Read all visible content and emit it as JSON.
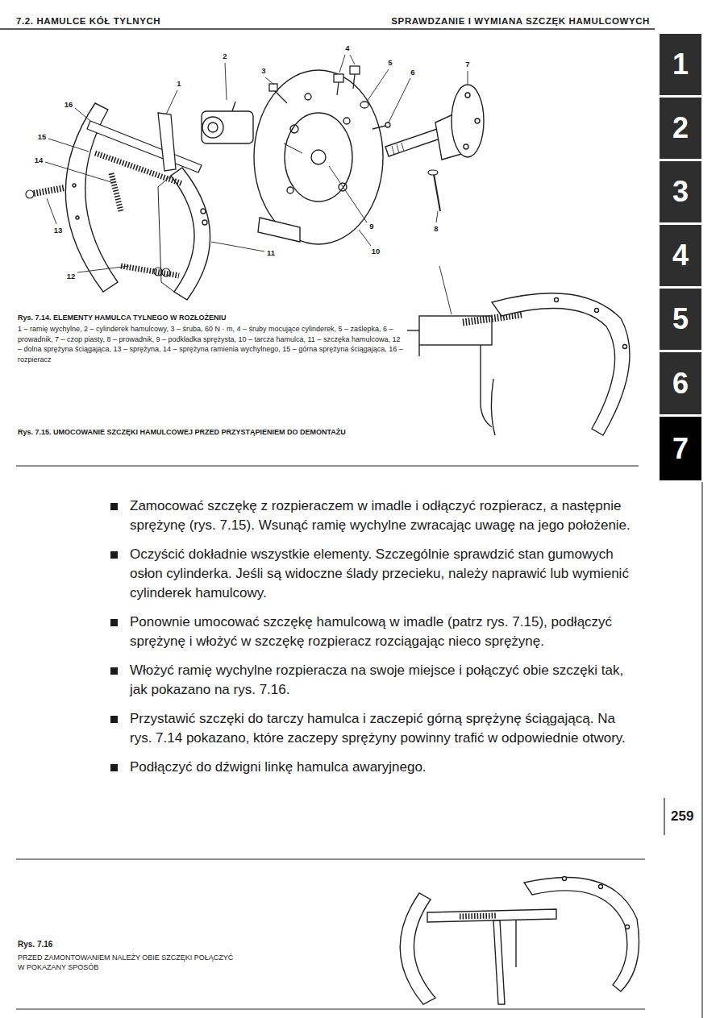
{
  "diagram": {
    "title": "SPRAWDZANIE I WYMIANA SZCZĘK HAMULCOWYCH",
    "nodes": [
      {
        "text": [
          "1"
        ]
      },
      {
        "text": [
          "2"
        ]
      },
      {
        "text": [
          "3"
        ]
      },
      {
        "text": [
          "4"
        ]
      },
      {
        "text": [
          "5"
        ]
      },
      {
        "text": [
          "6"
        ]
      },
      {
        "text": [
          "7"
        ]
      }
    ],
    "labels": [
      "7.2. HAMULCE KÓŁ TYLNYCH",
      "1",
      "2",
      "3",
      "4",
      "5",
      "6",
      "7",
      "16",
      "15",
      "14",
      "13",
      "12",
      "11",
      "10",
      "9",
      "8",
      "Rys. 7.14. ELEMENTY HAMULCA TYLNEGO W ROZŁOŻENIU",
      "1 – ramię wychylne, 2 – cylinderek hamulcowy, 3 – śruba, 60 N · m, 4 – śruby mocujące cylinderek, 5 – zaślepka, 6 – prowadnik, 7 – czop piasty, 8 – prowadnik, 9 – podkładka sprężysta, 10 – tarcza hamulca, 11 – szczęka hamulcowa, 12 – dolna sprężyna ściągająca, 13 – sprężyna, 14 – sprężyna ramienia wychylnego, 15 – górna sprężyna ściągająca, 16 – rozpieracz",
      "Rys. 7.15. UMOCOWANIE SZCZĘKI HAMULCOWEJ PRZED PRZYSTĄPIENIEM DO DEMONTAŻU",
      "Zamocować szczękę z rozpieraczem w imadle i odłączyć rozpieracz, a następnie sprężynę (rys. 7.15). Wsunąć ramię wychylne zwracając uwagę na jego położenie.",
      "Oczyścić dokładnie wszystkie elementy. Szczególnie sprawdzić stan gumowych osłon cylinderka. Jeśli są widoczne ślady przecieku, należy naprawić lub wymienić cylinderek hamulcowy.",
      "Ponownie umocować szczękę hamulcową w imadle (patrz rys. 7.15), podłączyć sprężynę i włożyć w szczękę rozpieracz rozciągając nieco sprężynę.",
      "Włożyć ramię wychylne rozpieracza na swoje miejsce i połączyć obie szczęki tak, jak pokazano na rys. 7.16.",
      "Przystawić szczęki do tarczy hamulca i zaczepić górną sprężynę ściągającą. Na rys. 7.14 pokazano, które zaczepy sprężyny powinny trafić w odpowiednie otwory.",
      "Podłączyć do dźwigni linkę hamulca awaryjnego.",
      "Rys. 7.16",
      "PRZED ZAMONTOWANIEM NALEŻY OBIE SZCZĘKI POŁĄCZYĆ W POKAZANY SPOSÓB",
      "259"
    ]
  }
}
